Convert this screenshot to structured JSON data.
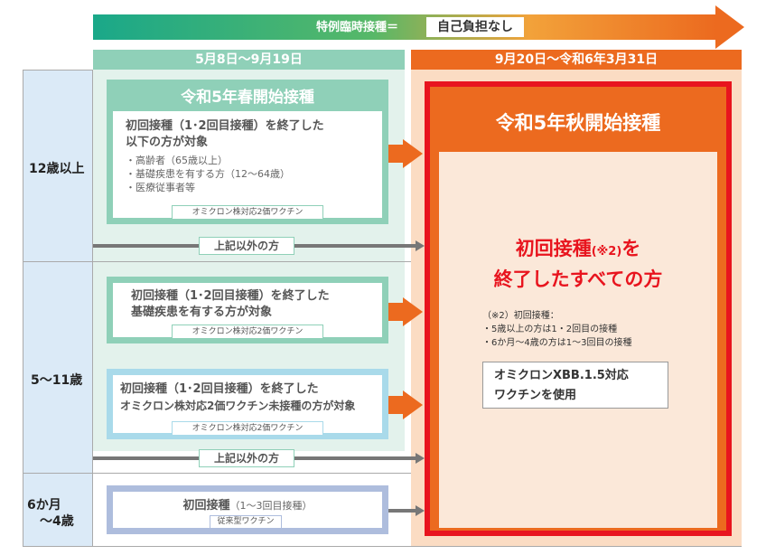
{
  "banner": {
    "label": "特例臨時接種＝",
    "box": "自己負担なし"
  },
  "periods": {
    "spring": "5月8日～9月19日",
    "autumn": "9月20日～令和6年3月31日"
  },
  "ages": {
    "adult": "12歳以上",
    "child": "5～11歳",
    "infant_line1": "6か月",
    "infant_line2": "～4歳"
  },
  "spring_card": {
    "title": "令和5年春開始接種",
    "line1": "初回接種（1･2回目接種）を終了した",
    "line2": "以下の方が対象",
    "items": [
      "・高齢者（65歳以上）",
      "・基礎疾患を有する方（12～64歳）",
      "・医療従事者等"
    ],
    "tag": "オミクロン株対応2価ワクチン"
  },
  "others_label": "上記以外の方",
  "child_card1": {
    "line1": "初回接種（1･2回目接種）を終了した",
    "line2": "基礎疾患を有する方が対象",
    "tag": "オミクロン株対応2価ワクチン"
  },
  "child_card2": {
    "line1": "初回接種（1･2回目接種）を終了した",
    "line2": "オミクロン株対応2価ワクチン未接種の方が対象",
    "tag": "オミクロン株対応2価ワクチン"
  },
  "infant_card": {
    "title": "初回接種",
    "title_sub": "（1～3回目接種）",
    "tag": "従来型ワクチン"
  },
  "autumn": {
    "title": "令和5年秋開始接種",
    "main_line1a": "初回接種",
    "main_note_mark": "(※2)",
    "main_line1b": "を",
    "main_line2": "終了したすべての方",
    "note_head": "（※2）初回接種：",
    "note1": "・5歳以上の方は1・2回目の接種",
    "note2": "・6か月～4歳の方は1～3回目の接種",
    "vaccine_line1": "オミクロンXBB.1.5対応",
    "vaccine_line2": "ワクチンを使用"
  },
  "colors": {
    "green": "#8fd0b8",
    "orange": "#ec6a1f",
    "red": "#e8141e",
    "blue": "#a9daea",
    "lavender": "#aebddd"
  }
}
